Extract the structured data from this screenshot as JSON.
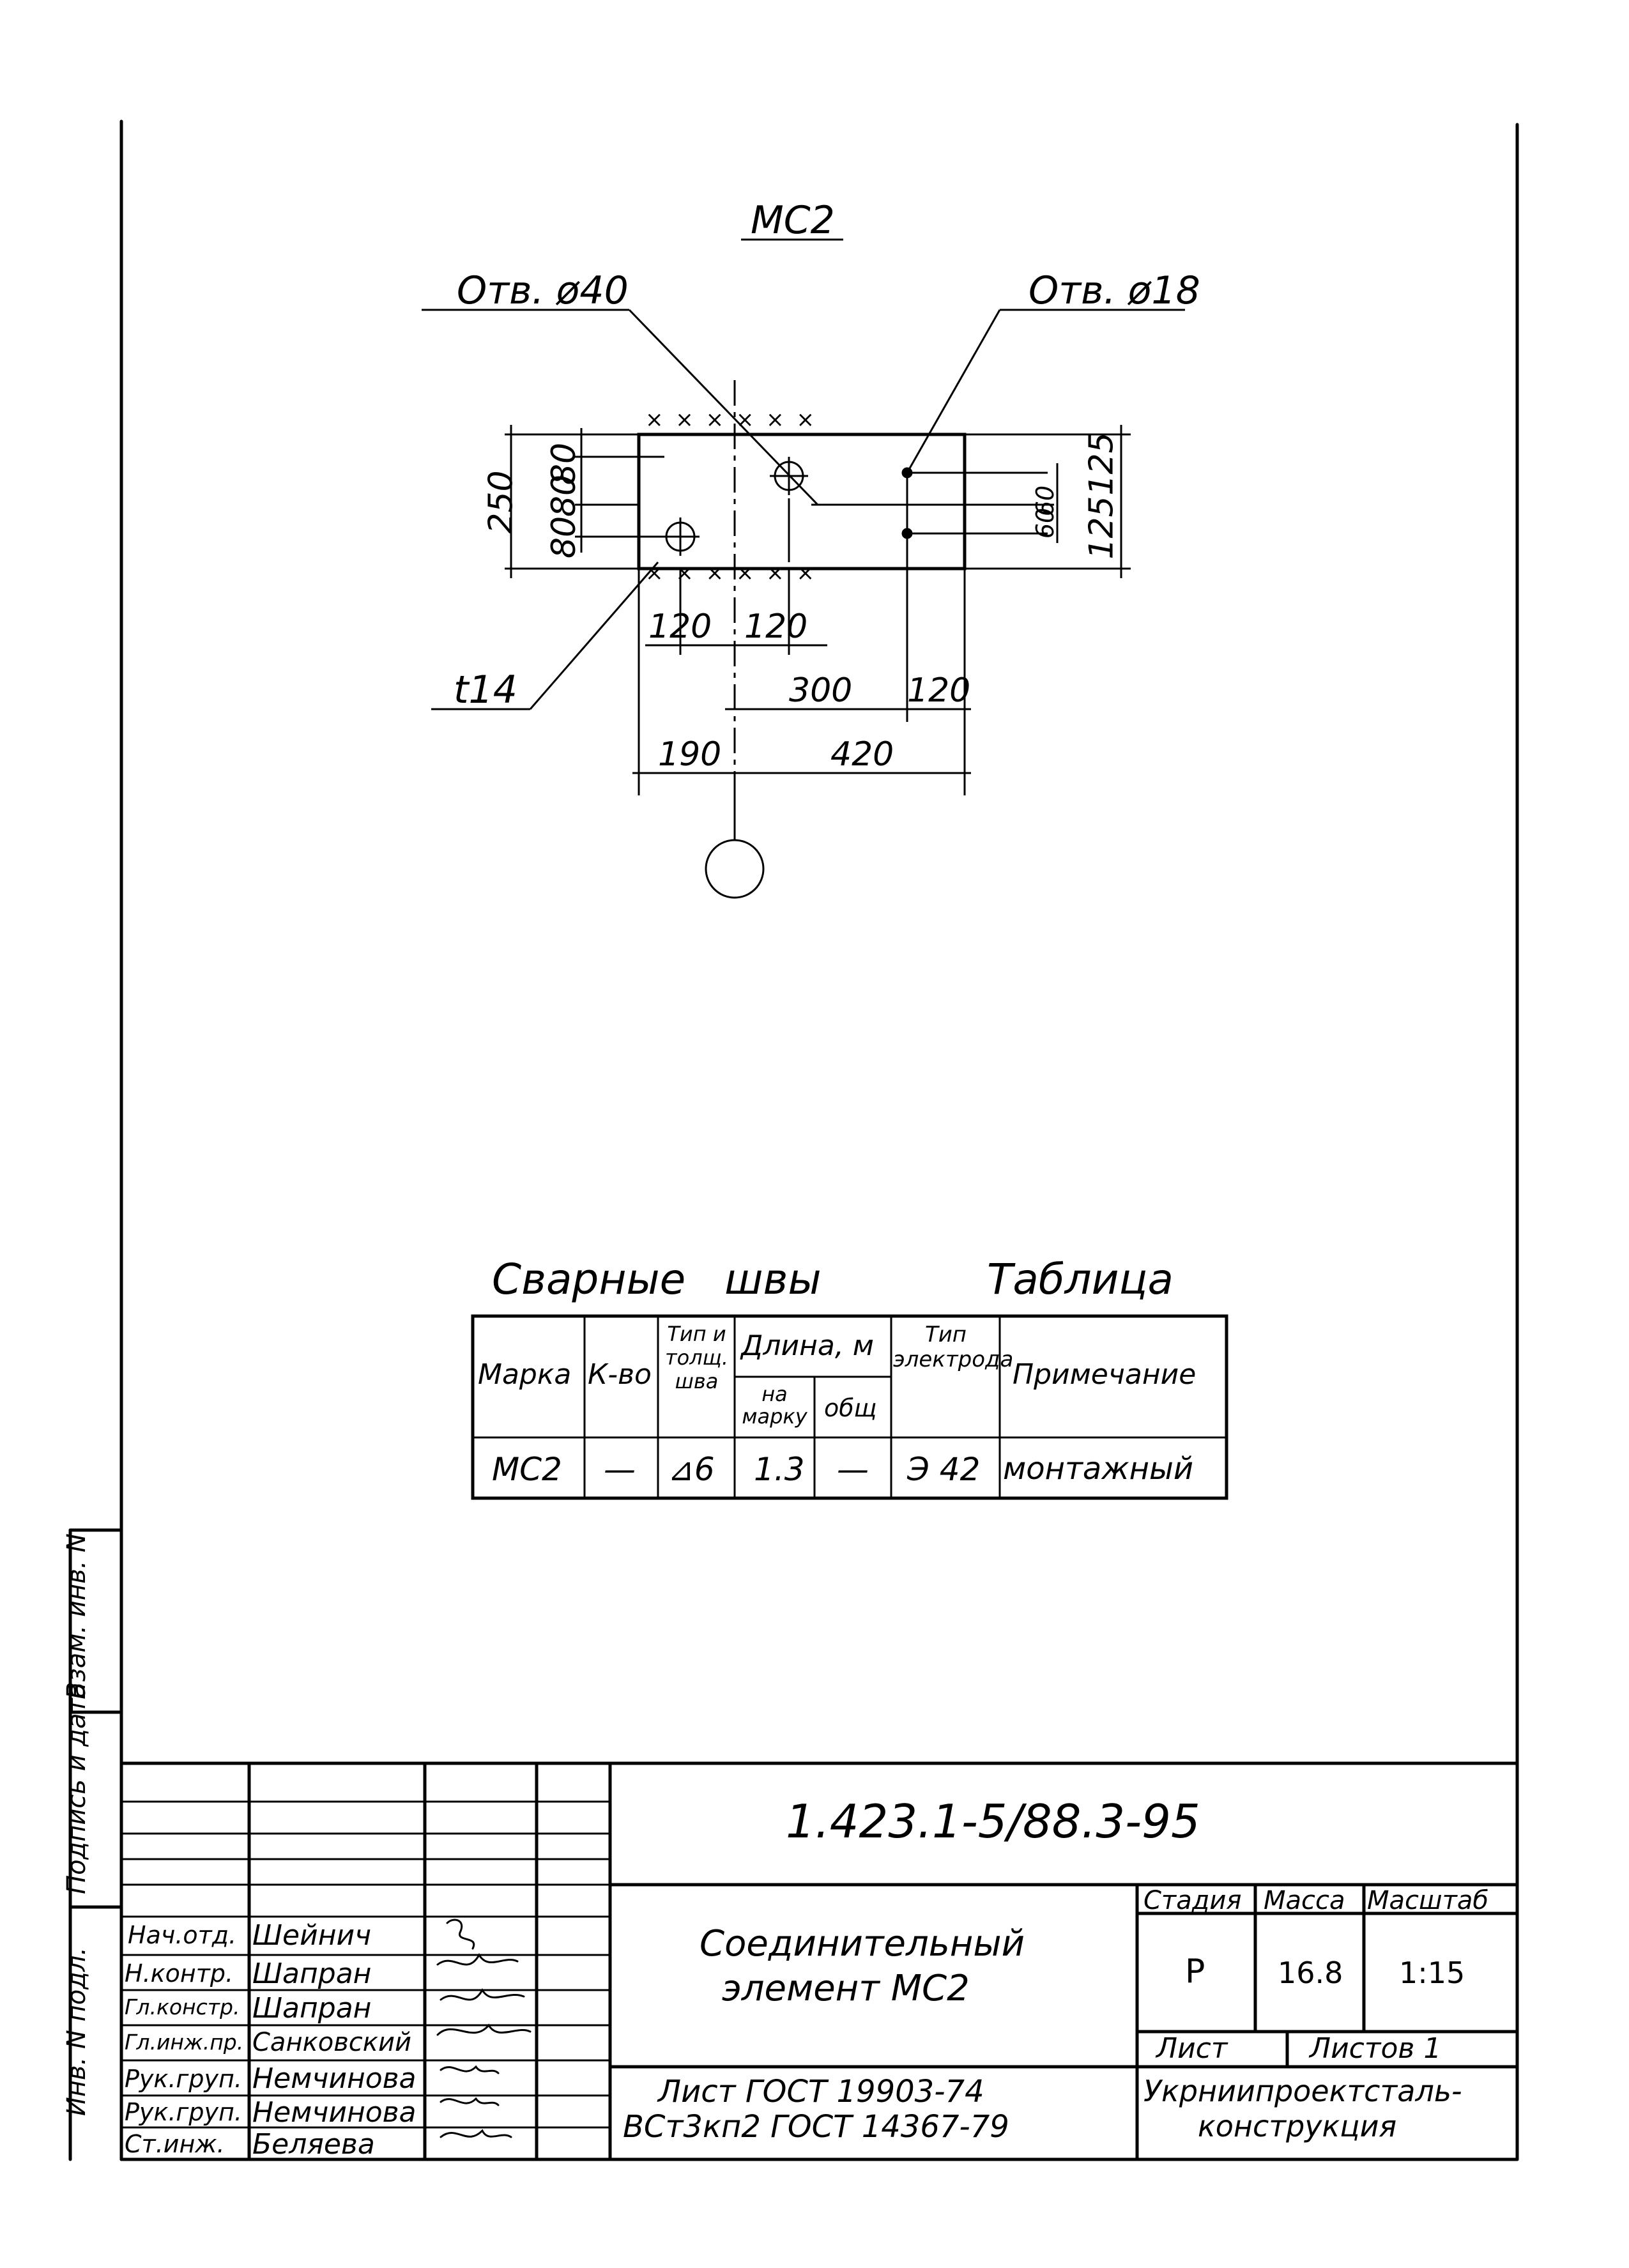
{
  "drawing": {
    "title": "МС2",
    "hole_large": "Отв. ø40",
    "hole_small": "Отв. ø18",
    "thickness": "t14",
    "dims": {
      "height_total": "250",
      "left_top_80": "80",
      "left_mid_80": "80",
      "left_low_80": "80",
      "right_60a": "60",
      "right_60b": "60",
      "right_125a": "125",
      "right_125b": "125",
      "bottom_120a": "120",
      "bottom_120b": "120",
      "bottom_300": "300",
      "bottom_120c": "120",
      "bottom_190": "190",
      "bottom_420": "420"
    },
    "weld_marks": [
      "× × × × × ×",
      "× × × × × ×"
    ]
  },
  "weld_table": {
    "title_left": "Сварные швы",
    "title_right": "Таблица",
    "headers": {
      "marka": "Марка",
      "kvo": "К-во",
      "type_thick": "Тип и толщ. шва",
      "length": "Длина, м",
      "per_mark": "на марку",
      "total": "общ",
      "electrode": "Тип электрода",
      "note": "Примечание"
    },
    "rows": [
      {
        "marka": "МС2",
        "kvo": "—",
        "type_thick": "⊿6",
        "per_mark": "1.3",
        "total": "—",
        "electrode": "Э 42",
        "note": "монтажный"
      }
    ]
  },
  "side_stamp": {
    "box1": "Взам. инв. N",
    "box2": "Подпись и дата",
    "box3": "Инв. N подл."
  },
  "title_block": {
    "doc_code": "1.423.1-5/88.3-95",
    "name_line1": "Соединительный",
    "name_line2": "элемент МС2",
    "material_line1": "Лист ГОСТ 19903-74",
    "material_line2": "ВСт3кп2 ГОСТ 14367-79",
    "stage_label": "Стадия",
    "mass_label": "Масса",
    "scale_label": "Масштаб",
    "stage": "Р",
    "mass": "16.8",
    "scale": "1:15",
    "sheet_label": "Лист",
    "sheets_label": "Листов 1",
    "org_line1": "Укрниипроектсталь-",
    "org_line2": "конструкция",
    "people": [
      {
        "role": "Нач.отд.",
        "name": "Шейнич"
      },
      {
        "role": "Н.контр.",
        "name": "Шапран"
      },
      {
        "role": "Гл.констр.",
        "name": "Шапран"
      },
      {
        "role": "Гл.инж.пр.",
        "name": "Санковский"
      },
      {
        "role": "Рук.груп.",
        "name": "Немчинова"
      },
      {
        "role": "Рук.груп.",
        "name": "Немчинова"
      },
      {
        "role": "Ст.инж.",
        "name": "Беляева"
      }
    ]
  }
}
